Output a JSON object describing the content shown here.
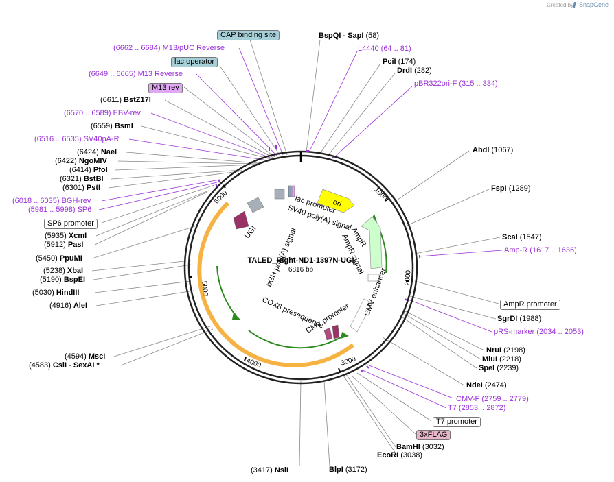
{
  "watermark": {
    "created_by": "Created by",
    "brand": "SnapGene"
  },
  "plasmid": {
    "name": "TALED_Right-ND1-1397N-UGI",
    "length": "6816 bp"
  },
  "colors": {
    "ring": "#222222",
    "primer": "#9b30d9",
    "leader": "#888888",
    "ori": "#ffff00",
    "ampr": "#ccffcc",
    "ugi": "#993366",
    "orange": "#f5a623",
    "green": "#2c8a1e",
    "lac": "#8aa0b3"
  },
  "ticks": [
    "1000",
    "2000",
    "3000",
    "4000",
    "5000",
    "6000"
  ],
  "features_ring": [
    "ori",
    "AmpR",
    "AmpR signal",
    "CMV enhancer",
    "CMV promoter",
    "COX8 presequence",
    "bGH poly(A) signal",
    "UGI",
    "SV40 poly(A) signal",
    "lac promoter"
  ],
  "labels_left": [
    {
      "kind": "box",
      "text": "CAP binding site",
      "fill": "#a6cfd8"
    },
    {
      "kind": "primer",
      "pos": "(6662 .. 6684)",
      "name": "M13/pUC Reverse"
    },
    {
      "kind": "box",
      "text": "lac operator",
      "fill": "#a6cfd8"
    },
    {
      "kind": "primer",
      "pos": "(6649 .. 6665)",
      "name": "M13 Reverse"
    },
    {
      "kind": "box",
      "text": "M13 rev",
      "fill": "#e0a8f2"
    },
    {
      "kind": "site",
      "pos": "(6611)",
      "name": "BstZ17I"
    },
    {
      "kind": "primer",
      "pos": "(6570 .. 6589)",
      "name": "EBV-rev"
    },
    {
      "kind": "site",
      "pos": "(6559)",
      "name": "BsmI"
    },
    {
      "kind": "primer",
      "pos": "(6516 .. 6535)",
      "name": "SV40pA-R"
    },
    {
      "kind": "site",
      "pos": "(6424)",
      "name": "NaeI"
    },
    {
      "kind": "site",
      "pos": "(6422)",
      "name": "NgoMIV"
    },
    {
      "kind": "site",
      "pos": "(6414)",
      "name": "PfoI"
    },
    {
      "kind": "site",
      "pos": "(6321)",
      "name": "BstBI"
    },
    {
      "kind": "site",
      "pos": "(6301)",
      "name": "PstI"
    },
    {
      "kind": "primer",
      "pos": "(6018 .. 6035)",
      "name": "BGH-rev"
    },
    {
      "kind": "primer",
      "pos": "(5981 .. 5998)",
      "name": "SP6"
    },
    {
      "kind": "box",
      "text": "SP6 promoter",
      "fill": "#ffffff"
    },
    {
      "kind": "site",
      "pos": "(5935)",
      "name": "XcmI"
    },
    {
      "kind": "site",
      "pos": "(5912)",
      "name": "PasI"
    },
    {
      "kind": "site",
      "pos": "(5450)",
      "name": "PpuMI"
    },
    {
      "kind": "site",
      "pos": "(5238)",
      "name": "XbaI"
    },
    {
      "kind": "site",
      "pos": "(5190)",
      "name": "BspEI"
    },
    {
      "kind": "site",
      "pos": "(5030)",
      "name": "HindIII"
    },
    {
      "kind": "site",
      "pos": "(4916)",
      "name": "AleI"
    },
    {
      "kind": "site",
      "pos": "(4594)",
      "name": "MscI"
    },
    {
      "kind": "site2",
      "pos": "(4583)",
      "name": "CsiI",
      "name2": "SexAI *"
    },
    {
      "kind": "site",
      "pos": "(3417)",
      "name": "NsiI"
    }
  ],
  "labels_right": [
    {
      "kind": "site2",
      "name": "BspQI",
      "name2": "SapI",
      "pos": "(58)"
    },
    {
      "kind": "primer",
      "name": "L4440",
      "pos": "(64 .. 81)"
    },
    {
      "kind": "site",
      "name": "PciI",
      "pos": "(174)"
    },
    {
      "kind": "site",
      "name": "DrdI",
      "pos": "(282)"
    },
    {
      "kind": "primer",
      "name": "pBR322ori-F",
      "pos": "(315 .. 334)"
    },
    {
      "kind": "site",
      "name": "AhdI",
      "pos": "(1067)"
    },
    {
      "kind": "site",
      "name": "FspI",
      "pos": "(1289)"
    },
    {
      "kind": "site",
      "name": "ScaI",
      "pos": "(1547)"
    },
    {
      "kind": "primer",
      "name": "Amp-R",
      "pos": "(1617 .. 1636)"
    },
    {
      "kind": "box",
      "text": "AmpR promoter",
      "fill": "#ffffff"
    },
    {
      "kind": "site",
      "name": "SgrDI",
      "pos": "(1988)"
    },
    {
      "kind": "primer",
      "name": "pRS-marker",
      "pos": "(2034 .. 2053)"
    },
    {
      "kind": "site",
      "name": "NruI",
      "pos": "(2198)"
    },
    {
      "kind": "site",
      "name": "MluI",
      "pos": "(2218)"
    },
    {
      "kind": "site",
      "name": "SpeI",
      "pos": "(2239)"
    },
    {
      "kind": "site",
      "name": "NdeI",
      "pos": "(2474)"
    },
    {
      "kind": "primer",
      "name": "CMV-F",
      "pos": "(2759 .. 2779)"
    },
    {
      "kind": "primer",
      "name": "T7",
      "pos": "(2853 .. 2872)"
    },
    {
      "kind": "box",
      "text": "T7 promoter",
      "fill": "#ffffff"
    },
    {
      "kind": "box",
      "text": "3xFLAG",
      "fill": "#e8b4c8"
    },
    {
      "kind": "site",
      "name": "BamHI",
      "pos": "(3032)"
    },
    {
      "kind": "site",
      "name": "EcoRI",
      "pos": "(3038)"
    },
    {
      "kind": "site",
      "name": "BlpI",
      "pos": "(3172)"
    }
  ]
}
